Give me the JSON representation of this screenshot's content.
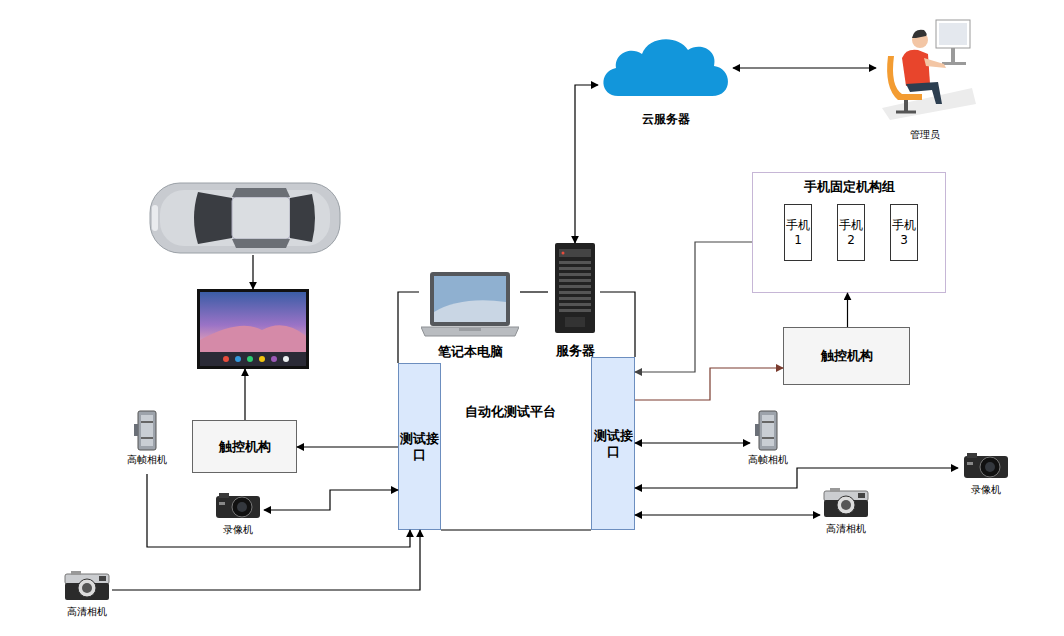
{
  "diagram": {
    "nodes": [
      {
        "text": [
          "云服务器"
        ]
      },
      {
        "text": [
          "管理员"
        ]
      },
      {
        "text": [
          "手机固定机构组"
        ]
      },
      {
        "text": [
          "手机 1"
        ],
        "in": 2
      },
      {
        "text": [
          "手机 2"
        ],
        "in": 2
      },
      {
        "text": [
          "手机 3"
        ],
        "in": 2
      },
      {
        "text": [
          "笔记本电脑"
        ]
      },
      {
        "text": [
          "服务器"
        ]
      },
      {
        "text": [
          "触控机构"
        ]
      },
      {
        "text": [
          "测试接口"
        ]
      },
      {
        "text": [
          "测试接口"
        ]
      },
      {
        "text": [
          "触控机构"
        ]
      },
      {
        "text": [
          "高帧相机"
        ]
      },
      {
        "text": [
          "高帧相机"
        ]
      },
      {
        "text": [
          "录像机"
        ]
      },
      {
        "text": [
          "录像机"
        ]
      },
      {
        "text": [
          "高清相机"
        ]
      },
      {
        "text": [
          "高清相机"
        ]
      }
    ],
    "edges": [
      {
        "from": 0,
        "to": 1,
        "arrow": "both"
      },
      {
        "from": 7,
        "to": 0,
        "arrow": "both"
      },
      {
        "from": 8,
        "to": 2,
        "arrow": "to"
      },
      {
        "from": 2,
        "to": 10,
        "arrow": "to"
      },
      {
        "from": 10,
        "to": 8,
        "arrow": "to"
      },
      {
        "from": 9,
        "to": 11,
        "arrow": "to"
      },
      {
        "from": 15,
        "to": 9,
        "arrow": "both"
      },
      {
        "from": 12,
        "to": 9,
        "arrow": "to"
      },
      {
        "from": 17,
        "to": 9,
        "arrow": "to"
      },
      {
        "from": 10,
        "to": 13,
        "arrow": "both"
      },
      {
        "from": 10,
        "to": 14,
        "arrow": "both"
      },
      {
        "from": 10,
        "to": 16,
        "arrow": "both"
      },
      {
        "from": 9,
        "to": 6,
        "arrow": "none"
      },
      {
        "from": 6,
        "to": 7,
        "arrow": "none"
      },
      {
        "from": 7,
        "to": 10,
        "arrow": "none"
      },
      {
        "from": 9,
        "to": 10,
        "arrow": "none"
      }
    ],
    "labels": [
      "自动化测试平台"
    ]
  }
}
